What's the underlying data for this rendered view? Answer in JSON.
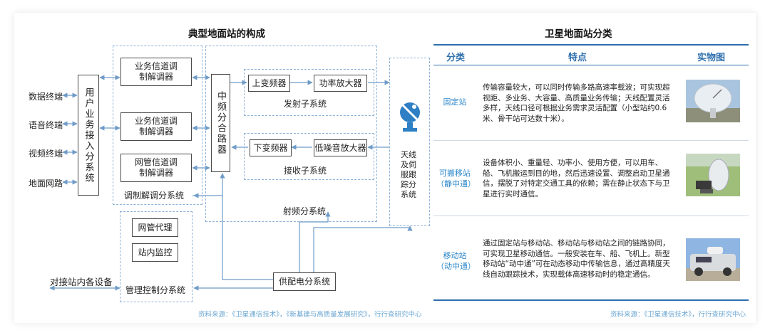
{
  "left": {
    "title": "典型地面站的构成",
    "terminals": [
      "数据终端",
      "语音终端",
      "视频终端",
      "地面网路"
    ],
    "user_access": "用户业务接入分系统",
    "modems": [
      "业务信道调制解调器",
      "业务信道调制解调器",
      "网管信道调制解调器"
    ],
    "modem_subsystem": "调制解调分系统",
    "if_switch": "中频分合路器",
    "upconverter": "上变频器",
    "power_amp": "功率放大器",
    "tx_subsystem": "发射子系统",
    "downconverter": "下变频器",
    "lna": "低噪音放大器",
    "rx_subsystem": "接收子系统",
    "rf_subsystem": "射频分系统",
    "antenna": "天线及伺服跟踪分系统",
    "nms_agent": "网管代理",
    "station_monitor": "站内监控",
    "mgmt_subsystem": "管理控制分系统",
    "power_subsystem": "供配电分系统",
    "external_devices": "对接站内各设备",
    "source": "资料来源：《卫星通信技术》，《新基建与高质量发展研究》，行行查研究中心"
  },
  "right": {
    "title": "卫星地面站分类",
    "headers": [
      "分类",
      "特点",
      "实物图"
    ],
    "rows": [
      {
        "type": "固定站",
        "desc": "传输容量较大，可以同时传输多路高速率载波；可实现超视距、多业务、大容量、高质量业务传输；天线配置灵活多样，天线口径可根据业务需求灵活配置（小型站约0.6米、骨干站可达数十米）。"
      },
      {
        "type": "可搬移站（静中通）",
        "desc": "设备体积小、重量轻、功率小、使用方便，可以用车、船、飞机搬运到目的地，然后迅速设置、调整启动卫星通信，摆脱了对特定交通工具的依赖；需在静止状态下与卫星进行实时通信。"
      },
      {
        "type": "移动站（动中通）",
        "desc": "通过固定站与移动站、移动站与移动站之间的链路协同，可实现卫星移动通信。一般安装在车、船、飞机上。新型移动站“动中通”可在动态移动中传输信息，通过高精度天线自动跟踪技术，实现载体高速移动时的稳定通信。"
      }
    ],
    "source": "资料来源：《卫星通信技术》，行行查研究中心"
  },
  "colors": {
    "accent": "#2e6fad",
    "dash": "#8fb2d6",
    "arrow": "#6f9bc8",
    "type_text": "#2a86c9"
  }
}
